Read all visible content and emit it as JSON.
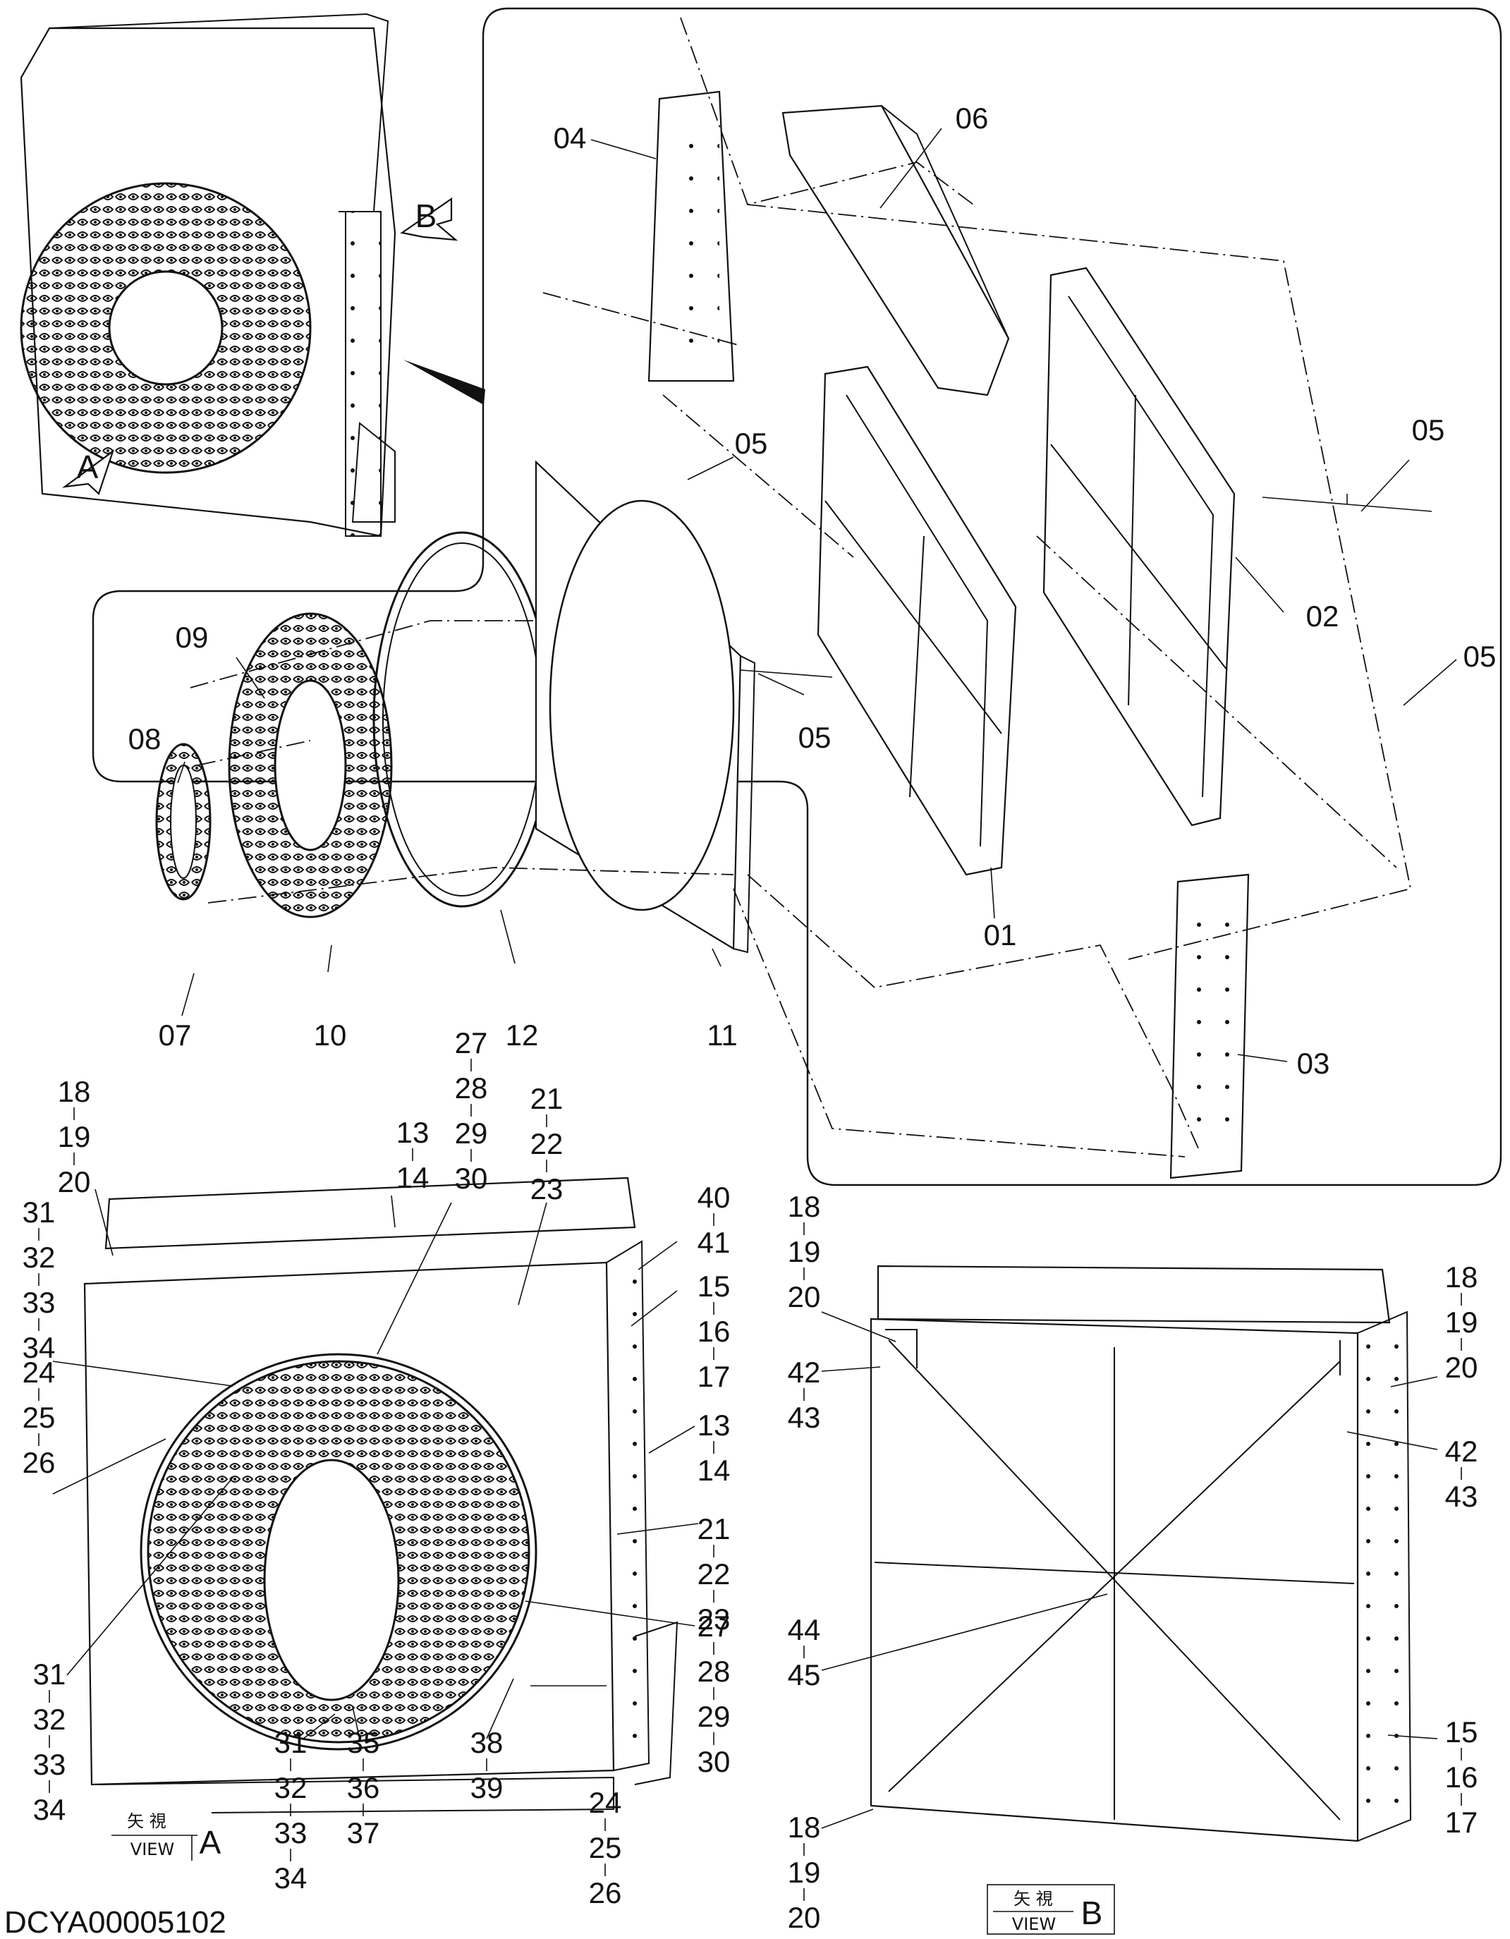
{
  "drawing": {
    "code": "DCYA00005102",
    "views": [
      {
        "kanji": "矢 視",
        "word": "VIEW",
        "letter": "A"
      },
      {
        "kanji": "矢 視",
        "word": "VIEW",
        "letter": "B"
      }
    ],
    "arrows": [
      {
        "letter": "A"
      },
      {
        "letter": "B"
      }
    ]
  },
  "labels": [
    {
      "text": "04"
    },
    {
      "text": "06"
    },
    {
      "text": "05"
    },
    {
      "text": "05"
    },
    {
      "text": "02"
    },
    {
      "text": "05"
    },
    {
      "text": "05"
    },
    {
      "text": "01"
    },
    {
      "text": "03"
    },
    {
      "text": "09"
    },
    {
      "text": "08"
    },
    {
      "text": "07"
    },
    {
      "text": "10"
    },
    {
      "text": "12"
    },
    {
      "text": "11"
    }
  ],
  "stacks": [
    {
      "numbers": [
        "18",
        "19",
        "20"
      ]
    },
    {
      "numbers": [
        "31",
        "32",
        "33",
        "34"
      ]
    },
    {
      "numbers": [
        "24",
        "25",
        "26"
      ]
    },
    {
      "numbers": [
        "27",
        "28",
        "29",
        "30"
      ]
    },
    {
      "numbers": [
        "13",
        "14"
      ]
    },
    {
      "numbers": [
        "21",
        "22",
        "23"
      ]
    },
    {
      "numbers": [
        "40",
        "41"
      ]
    },
    {
      "numbers": [
        "15",
        "16",
        "17"
      ]
    },
    {
      "numbers": [
        "13",
        "14"
      ]
    },
    {
      "numbers": [
        "21",
        "22",
        "23"
      ]
    },
    {
      "numbers": [
        "27",
        "28",
        "29",
        "30"
      ]
    },
    {
      "numbers": [
        "31",
        "32",
        "33",
        "34"
      ]
    },
    {
      "numbers": [
        "31",
        "32",
        "33",
        "34"
      ]
    },
    {
      "numbers": [
        "35",
        "36",
        "37"
      ]
    },
    {
      "numbers": [
        "38",
        "39"
      ]
    },
    {
      "numbers": [
        "24",
        "25",
        "26"
      ]
    },
    {
      "numbers": [
        "18",
        "19",
        "20"
      ]
    },
    {
      "numbers": [
        "42",
        "43"
      ]
    },
    {
      "numbers": [
        "18",
        "19",
        "20"
      ]
    },
    {
      "numbers": [
        "42",
        "43"
      ]
    },
    {
      "numbers": [
        "44",
        "45"
      ]
    },
    {
      "numbers": [
        "15",
        "16",
        "17"
      ]
    },
    {
      "numbers": [
        "18",
        "19",
        "20"
      ]
    }
  ]
}
